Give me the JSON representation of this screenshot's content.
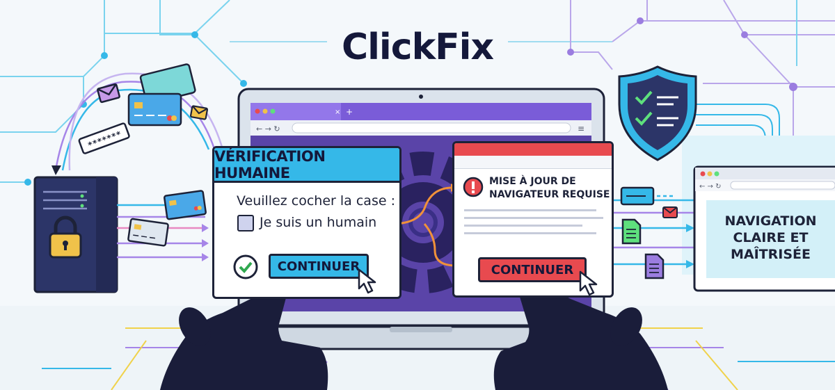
{
  "title": "ClickFix",
  "verification_popup": {
    "header": "VÉRIFICATION HUMAINE",
    "prompt": "Veuillez cocher la case :",
    "checkbox_label": "Je suis un humain",
    "button_label": "CONTINUER"
  },
  "update_popup": {
    "alert_line1": "MISE À JOUR DE",
    "alert_line2": "NAVIGATEUR REQUISE",
    "button_label": "CONTINUER"
  },
  "safe_browser": {
    "line1": "NAVIGATION",
    "line2": "CLAIRE ET",
    "line3": "MAÎTRISÉE"
  },
  "password_mask": "*******",
  "icons": [
    "lock-icon",
    "credit-card-icon",
    "envelope-icon",
    "shield-check-icon",
    "document-icon",
    "gear-icon",
    "cursor-icon",
    "hand-icon",
    "alert-icon",
    "check-icon"
  ],
  "colors": {
    "accent_blue": "#35b8e8",
    "alert_red": "#e84a4f",
    "purple": "#6a4fc9",
    "navy": "#1d2238",
    "check_green": "#2fa84f",
    "arrow_orange": "#f0913a"
  }
}
